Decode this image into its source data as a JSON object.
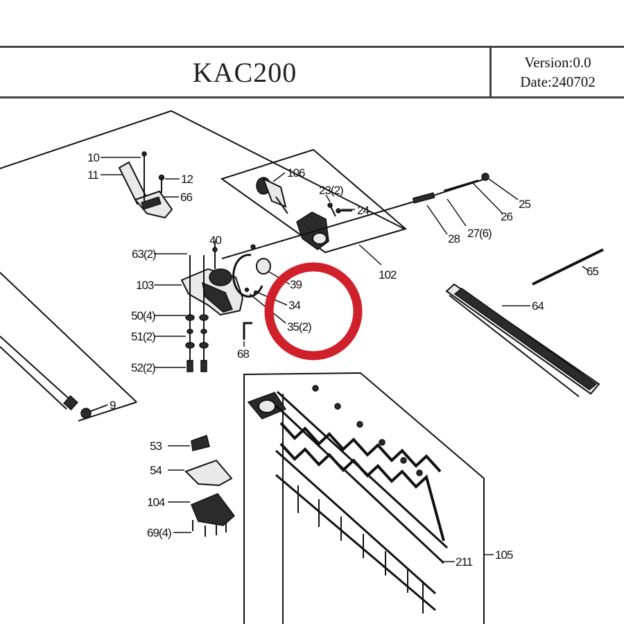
{
  "header": {
    "model": "KAC200",
    "version": "Version:0.0",
    "date": "Date:240702"
  },
  "labels": {
    "p10": "10",
    "p11": "11",
    "p12": "12",
    "p66": "66",
    "p106": "106",
    "p23": "23(2)",
    "p24": "24",
    "p25": "25",
    "p26": "26",
    "p27": "27(6)",
    "p28": "28",
    "p102": "102",
    "p40": "40",
    "p63": "63(2)",
    "p103": "103",
    "p39": "39",
    "p34": "34",
    "p35": "35(2)",
    "p50": "50(4)",
    "p51": "51(2)",
    "p52": "52(2)",
    "p68": "68",
    "p65": "65",
    "p64": "64",
    "p9": "9",
    "p53": "53",
    "p54": "54",
    "p104": "104",
    "p69": "69(4)",
    "p211": "211",
    "p105": "105"
  },
  "highlight": {
    "color": "#d0202b"
  }
}
